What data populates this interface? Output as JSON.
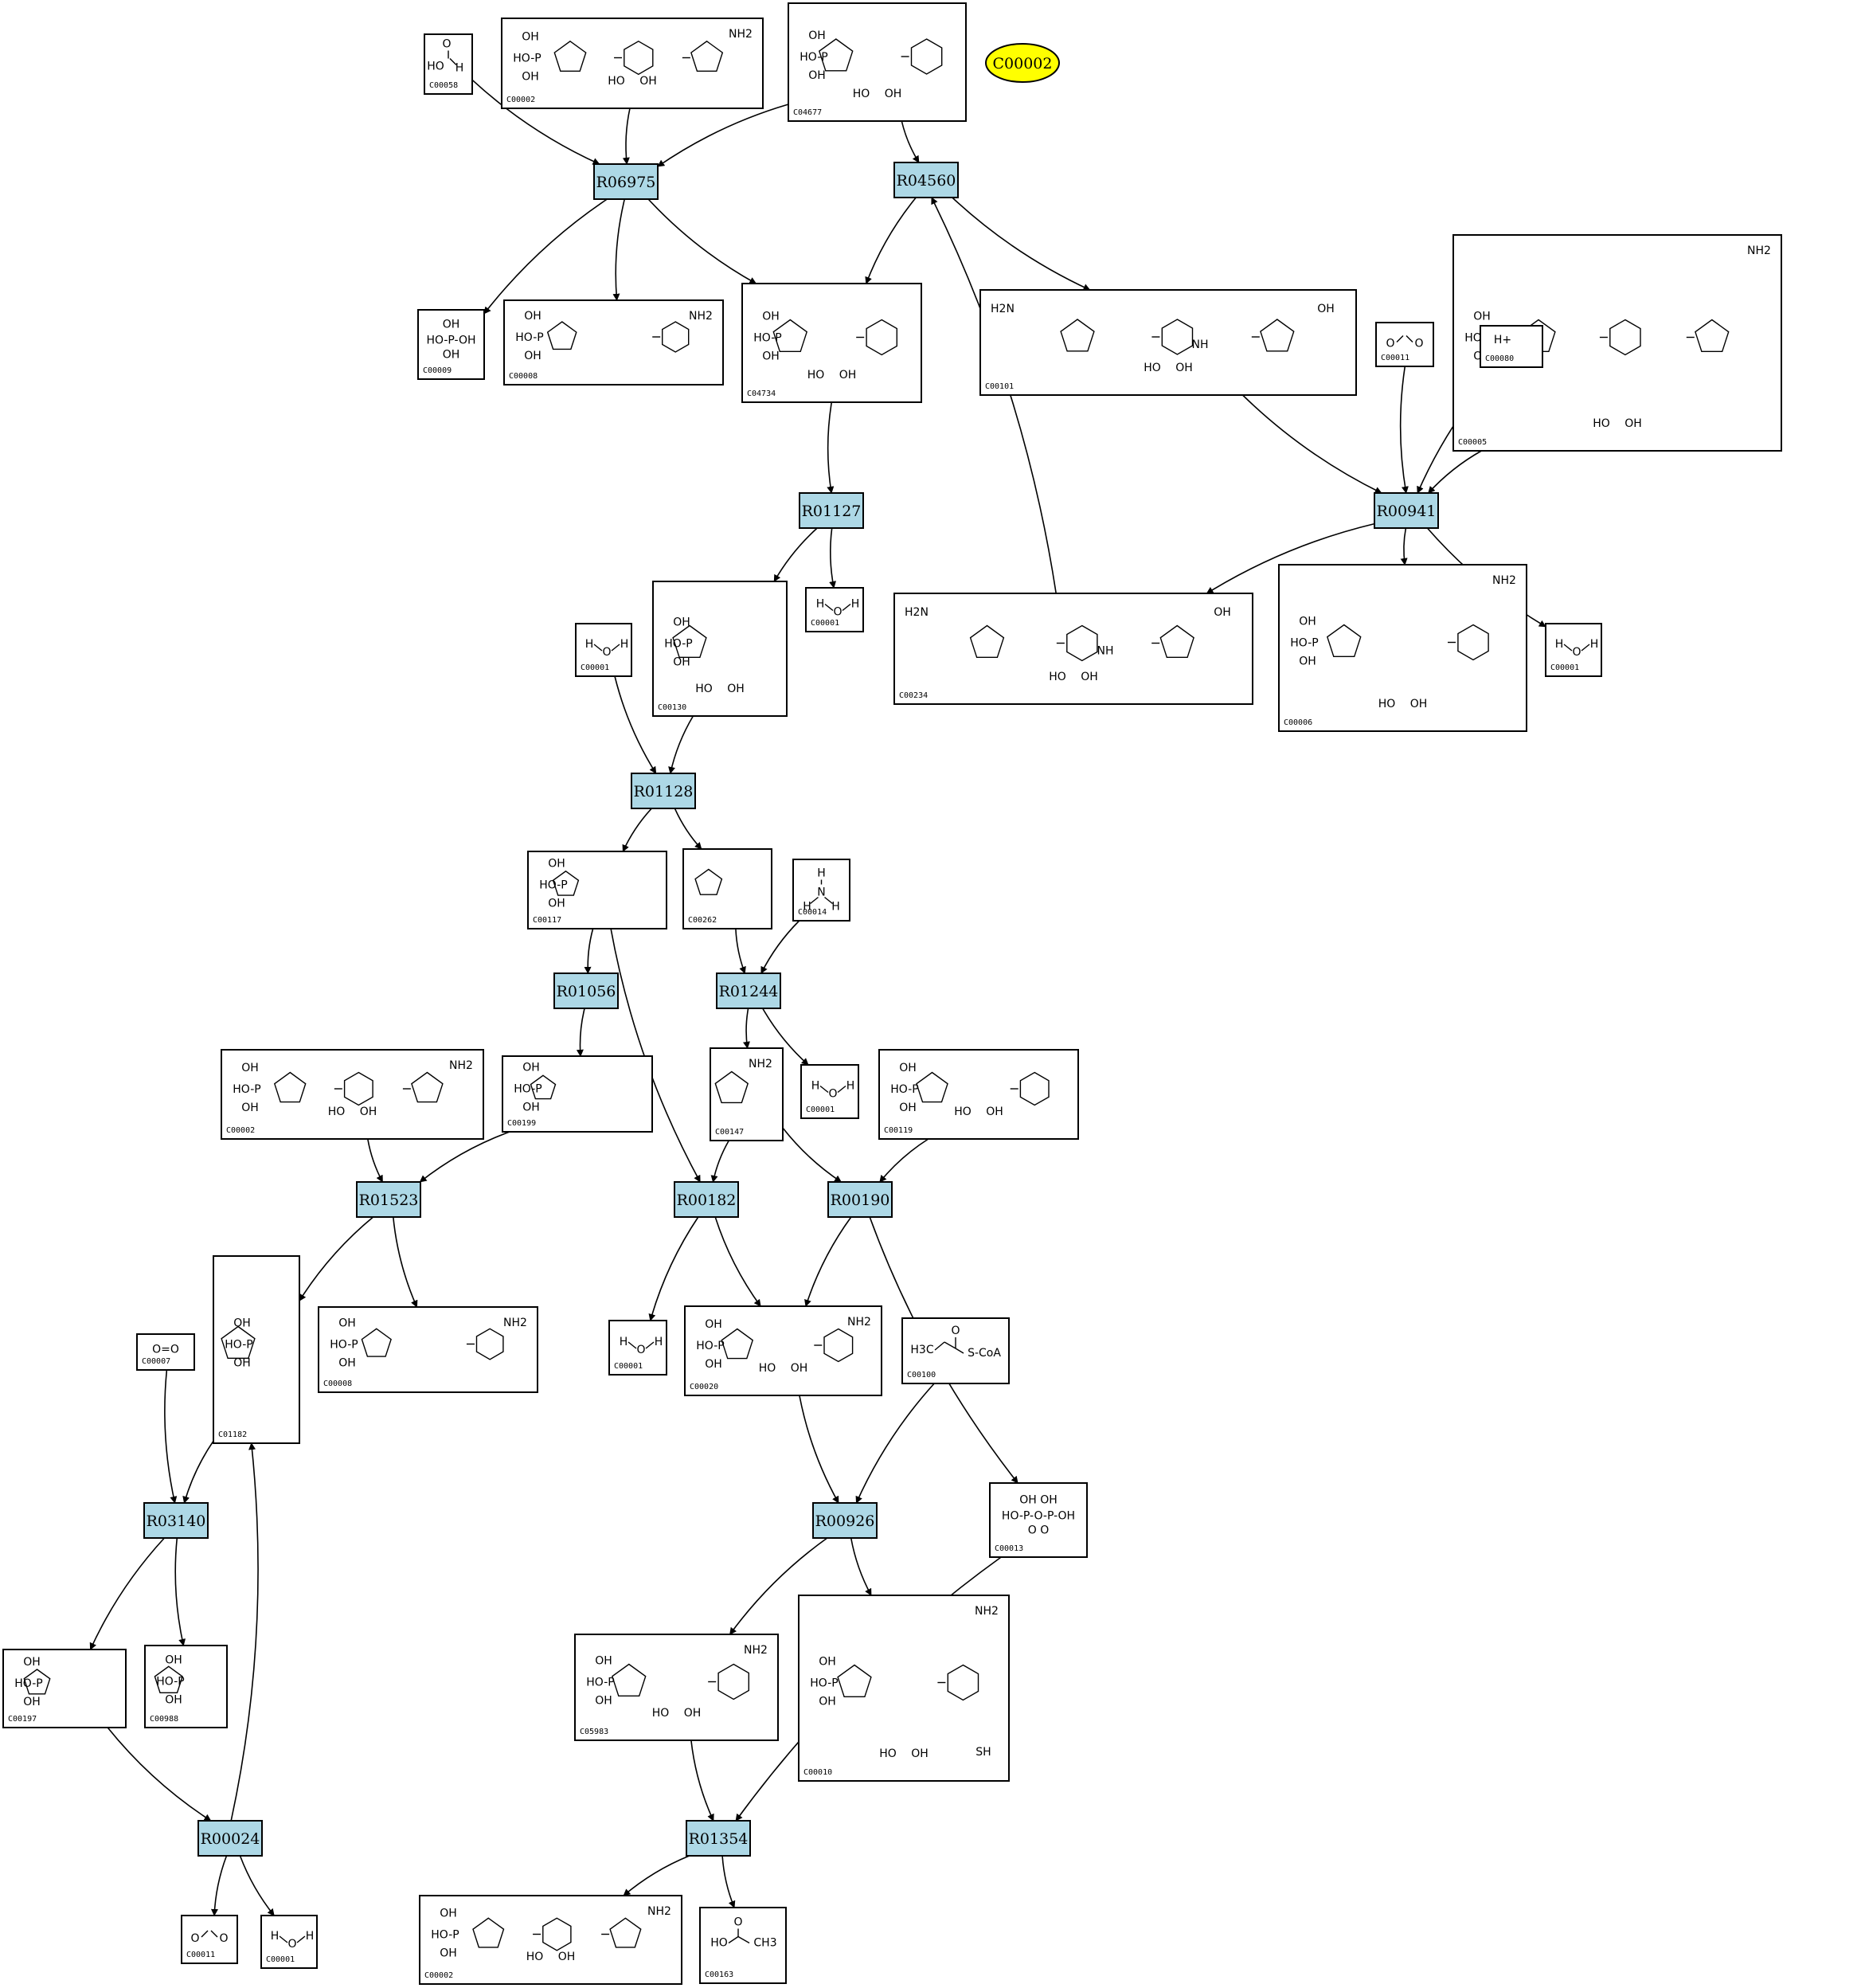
{
  "highlight": {
    "label": "C00002",
    "color": "#ffff00"
  },
  "reaction_color": "#add8e6",
  "reactions": [
    "R06975",
    "R04560",
    "R01127",
    "R00941",
    "R01128",
    "R01056",
    "R01244",
    "R01523",
    "R00182",
    "R00190",
    "R03140",
    "R00926",
    "R00024",
    "R01354"
  ],
  "compounds": [
    {
      "id": "c1",
      "code": "C00058",
      "molecule": "formic acid"
    },
    {
      "id": "c2",
      "code": "C00002",
      "molecule": "ATP"
    },
    {
      "id": "c3",
      "code": "C04677",
      "molecule": "AICAR"
    },
    {
      "id": "c4",
      "code": "C00009",
      "molecule": "phosphate"
    },
    {
      "id": "c5",
      "code": "C00008",
      "molecule": "ADP"
    },
    {
      "id": "c6",
      "code": "C04734",
      "molecule": "FAICAR"
    },
    {
      "id": "c7",
      "code": "C00101",
      "molecule": "tetrahydrofolate"
    },
    {
      "id": "c8",
      "code": "C00011",
      "molecule": "CO2"
    },
    {
      "id": "c9",
      "code": "C00005",
      "molecule": "NADPH"
    },
    {
      "id": "c10",
      "code": "C00080",
      "molecule": "H+"
    },
    {
      "id": "c11",
      "code": "C00001",
      "molecule": "water"
    },
    {
      "id": "c12",
      "code": "C00130",
      "molecule": "IMP"
    },
    {
      "id": "c13",
      "code": "C00001",
      "molecule": "water"
    },
    {
      "id": "c14",
      "code": "C00234",
      "molecule": "10-formyl-THF"
    },
    {
      "id": "c15",
      "code": "C00006",
      "molecule": "NADP+"
    },
    {
      "id": "c16",
      "code": "C00001",
      "molecule": "water"
    },
    {
      "id": "c17",
      "code": "C00117",
      "molecule": "ribose 5-phosphate"
    },
    {
      "id": "c18",
      "code": "C00262",
      "molecule": "hypoxanthine"
    },
    {
      "id": "c19",
      "code": "C00014",
      "molecule": "ammonia"
    },
    {
      "id": "c20",
      "code": "C00002",
      "molecule": "ATP"
    },
    {
      "id": "c21",
      "code": "C00199",
      "molecule": "ribulose 5-phosphate"
    },
    {
      "id": "c22",
      "code": "C00147",
      "molecule": "adenine"
    },
    {
      "id": "c23",
      "code": "C00001",
      "molecule": "water"
    },
    {
      "id": "c24",
      "code": "C00119",
      "molecule": "PRPP"
    },
    {
      "id": "c25",
      "code": "C01182",
      "molecule": "ribulose 1,5-bisphosphate"
    },
    {
      "id": "c26",
      "code": "C00008",
      "molecule": "ADP"
    },
    {
      "id": "c27",
      "code": "C00007",
      "molecule": "oxygen"
    },
    {
      "id": "c28",
      "code": "C00001",
      "molecule": "water"
    },
    {
      "id": "c29",
      "code": "C00020",
      "molecule": "AMP"
    },
    {
      "id": "c30",
      "code": "C00100",
      "molecule": "propanoyl-CoA"
    },
    {
      "id": "c31",
      "code": "C00013",
      "molecule": "diphosphate"
    },
    {
      "id": "c32",
      "code": "C00197",
      "molecule": "3-phosphoglycerate"
    },
    {
      "id": "c33",
      "code": "C00988",
      "molecule": "2-phosphoglycolate"
    },
    {
      "id": "c34",
      "code": "C05983",
      "molecule": "propanoyl adenylate"
    },
    {
      "id": "c35",
      "code": "C00010",
      "molecule": "CoA"
    },
    {
      "id": "c36",
      "code": "C00011",
      "molecule": "CO2"
    },
    {
      "id": "c37",
      "code": "C00001",
      "molecule": "water"
    },
    {
      "id": "c38",
      "code": "C00002",
      "molecule": "ATP"
    },
    {
      "id": "c39",
      "code": "C00163",
      "molecule": "propanoate"
    }
  ],
  "structure_text": {
    "hydroxyl": "HO",
    "oh": "OH",
    "nh2": "NH2",
    "p": "P",
    "o": "O",
    "n": "N",
    "nh": "NH",
    "h": "H",
    "h_plus": "H+",
    "o2": "O=O",
    "scoa": "S-CoA",
    "h3c": "H3C",
    "ch3": "CH3",
    "sh": "SH",
    "h2n": "H2N"
  }
}
